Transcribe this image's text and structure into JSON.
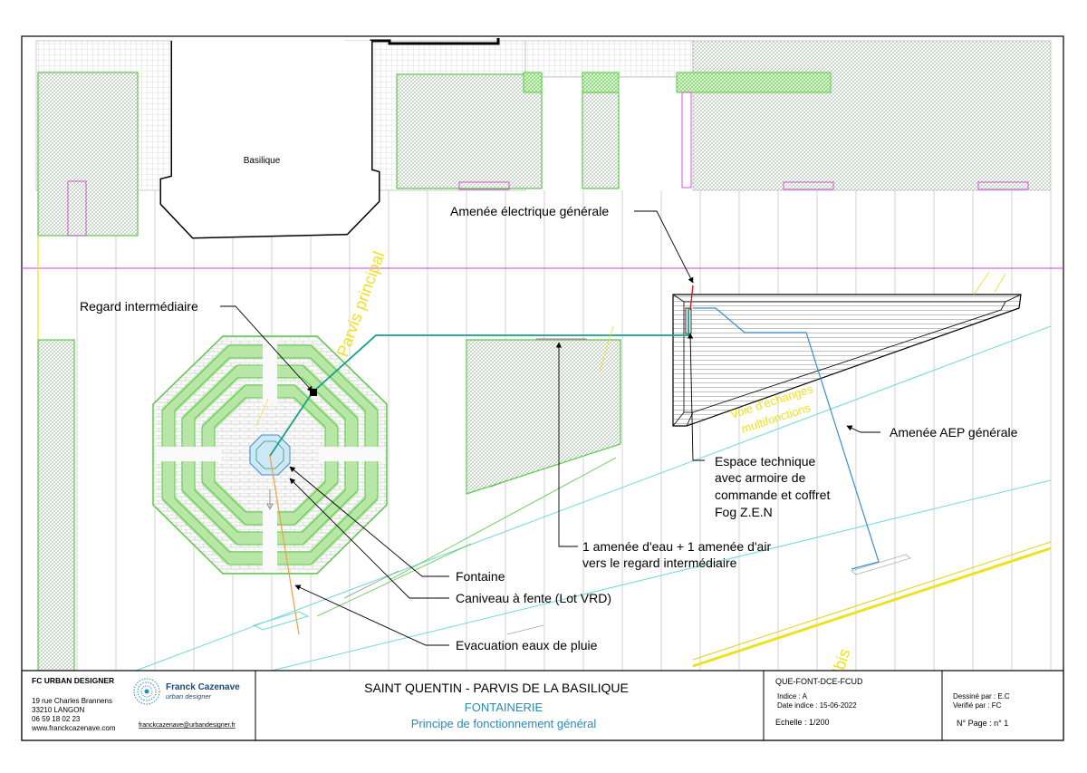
{
  "plan": {
    "basilique": "Basilique",
    "parvis_principal": "Parvis principal",
    "ibis": "Ibis",
    "voie_echanges": "Voie d'échanges",
    "multifonctions": "multifonctions"
  },
  "annotations": {
    "amenee_electrique": "Amenée électrique générale",
    "regard_intermediaire": "Regard intermédiaire",
    "amenee_aep": "Amenée AEP générale",
    "espace_technique_1": "Espace technique",
    "espace_technique_2": "avec armoire de",
    "espace_technique_3": "commande et coffret",
    "espace_technique_4": "Fog Z.E.N",
    "amenee_eau_air_1": "1 amenée d'eau + 1 amenée d'air",
    "amenee_eau_air_2": "vers le regard intermédiaire",
    "fontaine": "Fontaine",
    "caniveau": "Caniveau à fente (Lot VRD)",
    "evacuation": "Evacuation eaux de pluie"
  },
  "title_block": {
    "company": "FC URBAN DESIGNER",
    "address_1": "19 rue Charles Brannens",
    "address_2": "33210 LANGON",
    "phone": "06 59 18 02 23",
    "website": "www.franckcazenave.com",
    "logo_name": "Franck Cazenave",
    "logo_sub": "urban designer",
    "email": "franckcazenave@urbandesigner.fr",
    "project": "SAINT QUENTIN - PARVIS DE LA BASILIQUE",
    "lot": "FONTAINERIE",
    "drawing": "Principe de fonctionnement général",
    "reference": "QUE-FONT-DCE-FCUD",
    "indice": "Indice : A",
    "date": "Date indice : 15-06-2022",
    "echelle": "Echelle : 1/200",
    "dessine": "Dessiné par : E.C",
    "verifie": "Verifié par : FC",
    "page": "N° Page : n° 1"
  },
  "colors": {
    "green": "#5cc84a",
    "water_teal": "#16a089",
    "aep_blue": "#3a8fd0",
    "magenta": "#cc44cc",
    "yellow": "#f0e020",
    "orange": "#f0a040",
    "cyan": "#70d8d8"
  }
}
